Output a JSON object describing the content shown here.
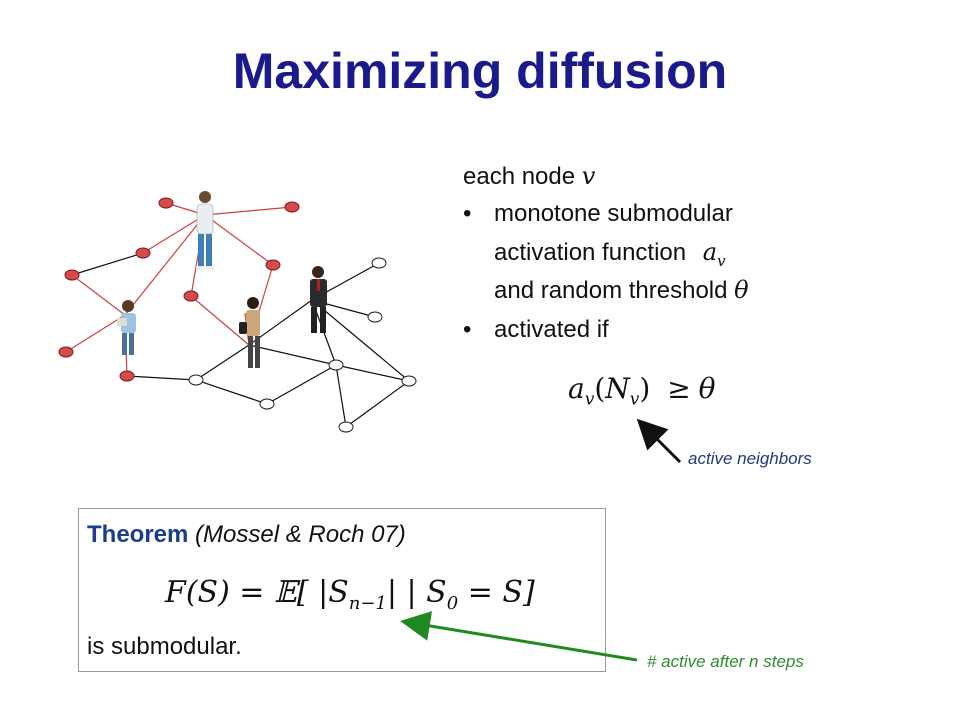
{
  "slide": {
    "title": "Maximizing diffusion"
  },
  "bullets": {
    "intro_text": "each node",
    "intro_var": "v",
    "b1_line1": "monotone submodular",
    "b1_line2_text": "activation function",
    "b1_line2_var": "a",
    "b1_line2_sub": "v",
    "b1_line3_text": "and random threshold",
    "b1_line3_var": "θ",
    "b2_line1": "activated if",
    "bullet_char": "•"
  },
  "activation_formula": {
    "a": "a",
    "sub_v": "v",
    "open": "(",
    "N": "N",
    "sub_v2": "v",
    "close": ")",
    "geq": "≥",
    "theta": "θ"
  },
  "annotations": {
    "active_neighbors": "active neighbors",
    "active_after_steps": "# active after n steps",
    "active_neighbors_color": "#1f3a7a",
    "active_after_steps_color": "#2e8b2e"
  },
  "theorem": {
    "keyword": "Theorem",
    "citation": "(Mossel & Roch 07)",
    "formula": "F(S)  =  𝔼[ |S",
    "formula_sub": "n−1",
    "formula_rest": "|  |  S",
    "formula_sub2": "0",
    "formula_end": " = S]",
    "conclusion": "is submodular."
  },
  "colors": {
    "title": "#1a1a8c",
    "active_node": "#d64a4a",
    "inactive_node": "#ffffff",
    "active_edge": "#d04040",
    "inactive_edge": "#111111"
  }
}
